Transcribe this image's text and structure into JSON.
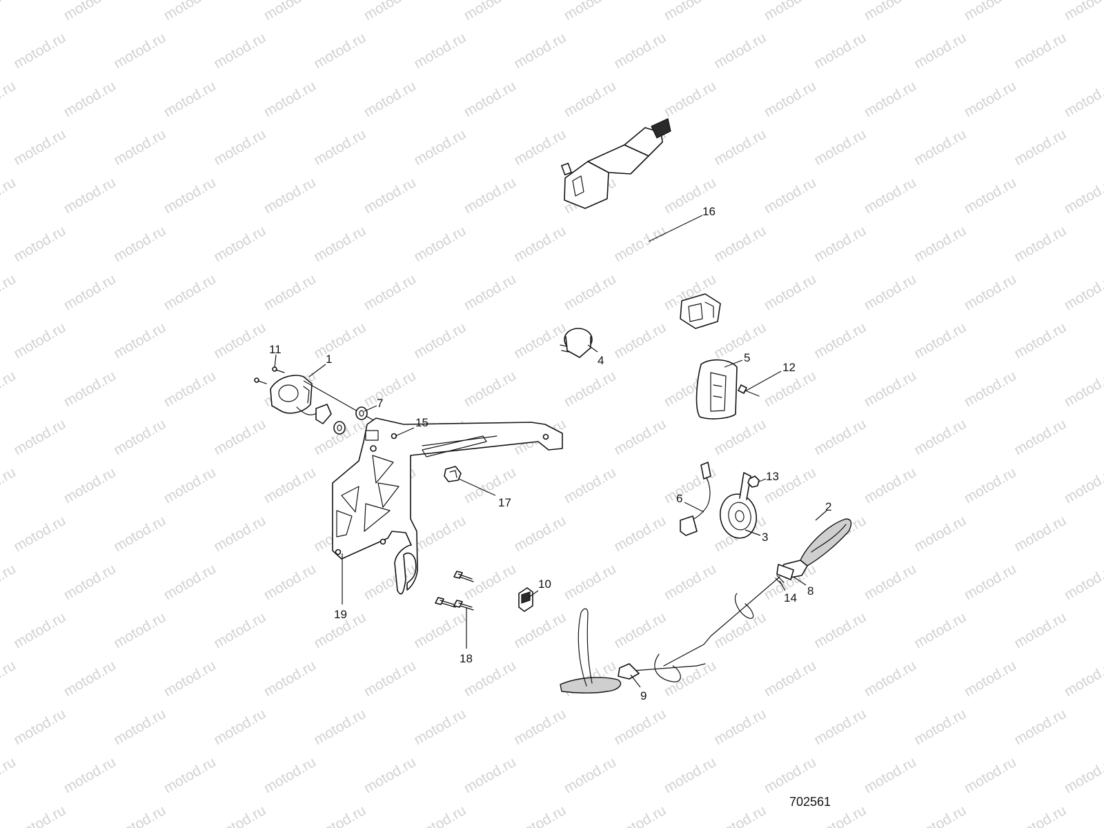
{
  "diagram_id": "702561",
  "watermark": "motod.ru",
  "callouts": {
    "c1": "1",
    "c2": "2",
    "c3": "3",
    "c4": "4",
    "c5": "5",
    "c6": "6",
    "c7": "7",
    "c8": "8",
    "c9": "9",
    "c10": "10",
    "c11": "11",
    "c12": "12",
    "c13": "13",
    "c14": "14",
    "c15": "15",
    "c16": "16",
    "c17": "17",
    "c18": "18",
    "c19": "19"
  },
  "colors": {
    "line": "#111111",
    "watermark": "#d2d2d2",
    "background": "#ffffff"
  }
}
